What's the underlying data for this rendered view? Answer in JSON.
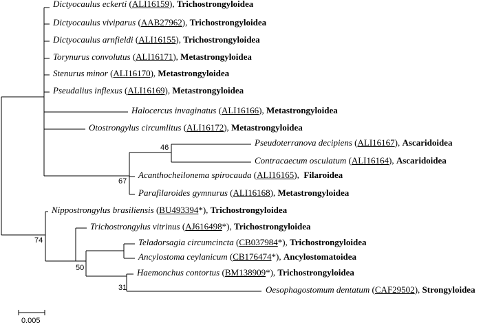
{
  "leaves": [
    {
      "species": "Dictyocaulus eckerti",
      "accession": "ALI16159",
      "mark": "",
      "group": "Trichostrongyloidea"
    },
    {
      "species": "Dictyocaulus viviparus",
      "accession": "AAB27962",
      "mark": "",
      "group": "Trichostrongyloidea"
    },
    {
      "species": "Dictyocaulus arnfieldi",
      "accession": "ALI16155",
      "mark": "",
      "group": "Trichostrongyloidea"
    },
    {
      "species": "Torynurus convolutus",
      "accession": "ALI16171",
      "mark": "",
      "group": "Metastrongyloidea"
    },
    {
      "species": "Stenurus minor",
      "accession": "ALI16170",
      "mark": "",
      "group": "Metastrongyloidea"
    },
    {
      "species": "Pseudalius inflexus",
      "accession": "ALI16169",
      "mark": "",
      "group": "Metastrongyloidea"
    },
    {
      "species": "Halocercus invaginatus",
      "accession": "ALI16166",
      "mark": "",
      "group": "Metastrongyloidea"
    },
    {
      "species": "Otostrongylus circumlitus",
      "accession": "ALI16172",
      "mark": "",
      "group": "Metastrongyloidea"
    },
    {
      "species": "Pseudoterranova decipiens",
      "accession": "ALI16167",
      "mark": "",
      "group": "Ascaridoidea"
    },
    {
      "species": "Contracaecum osculatum",
      "accession": "ALI16164",
      "mark": "",
      "group": "Ascaridoidea"
    },
    {
      "species": "Acanthocheilonema spirocauda",
      "accession": "ALI16165",
      "mark": "",
      "group": "Filaroidea"
    },
    {
      "species": "Parafilaroides gymnurus",
      "accession": "ALI16168",
      "mark": "",
      "group": "Metastrongyloidea"
    },
    {
      "species": "Nippostrongylus brasiliensis",
      "accession": "BU493394",
      "mark": "*",
      "group": "Trichostrongyloidea"
    },
    {
      "species": "Trichostrongylus vitrinus",
      "accession": "AJ616498",
      "mark": "*",
      "group": "Trichostrongyloidea"
    },
    {
      "species": "Teladorsagia circumcincta",
      "accession": "CB037984",
      "mark": "*",
      "group": "Trichostrongyloidea"
    },
    {
      "species": "Ancylostoma ceylanicum",
      "accession": "CB176474",
      "mark": "*",
      "group": "Ancylostomatoidea"
    },
    {
      "species": "Haemonchus contortus",
      "accession": "BM138909",
      "mark": "*",
      "group": "Trichostrongyloidea"
    },
    {
      "species": "Oesophagostomum dentatum",
      "accession": "CAF29502",
      "mark": "",
      "group": "Strongyloidea"
    }
  ],
  "bootstrap": {
    "n46": "46",
    "n67": "67",
    "n74": "74",
    "n50": "50",
    "n31": "31"
  },
  "scale_bar": {
    "label": "0.005"
  }
}
